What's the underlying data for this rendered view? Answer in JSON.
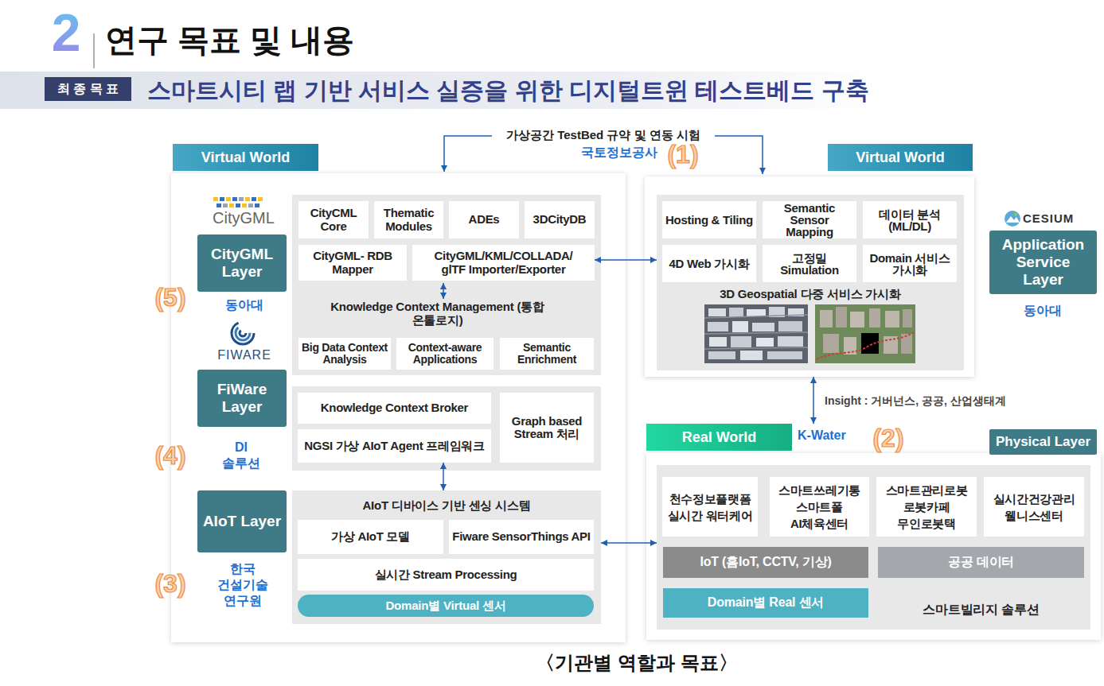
{
  "diagram": {
    "title": "연구 목표 및 내용",
    "caption": "〈기관별 역할과 목표〉",
    "nodes": [
      {
        "text": [
          "Virtual World"
        ]
      },
      {
        "text": [
          "CityGML Layer"
        ],
        "in": 0
      },
      {
        "text": [
          "FiWare Layer"
        ],
        "in": 0
      },
      {
        "text": [
          "AIoT Layer"
        ],
        "in": 0
      },
      {
        "text": [
          "CityCML Core"
        ],
        "in": 0
      },
      {
        "text": [
          "Thematic Modules"
        ],
        "in": 0
      },
      {
        "text": [
          "ADEs"
        ],
        "in": 0
      },
      {
        "text": [
          "3DCityDB"
        ],
        "in": 0
      },
      {
        "text": [
          "CityGML- RDB Mapper"
        ],
        "in": 0
      },
      {
        "text": [
          "CityGML/KML/COLLADA/ glTF Importer/Exporter"
        ],
        "in": 0
      },
      {
        "text": [
          "Big Data Context Analysis"
        ],
        "in": 0
      },
      {
        "text": [
          "Context-aware Applications"
        ],
        "in": 0
      },
      {
        "text": [
          "Semantic Enrichment"
        ],
        "in": 0
      },
      {
        "text": [
          "Knowledge Context Broker"
        ],
        "in": 0
      },
      {
        "text": [
          "NGSI 가상 AIoT Agent 프레임워크"
        ],
        "in": 0
      },
      {
        "text": [
          "Graph based Stream 처리"
        ],
        "in": 0
      },
      {
        "text": [
          "AIoT 디바이스 기반 센싱 시스템"
        ],
        "in": 0
      },
      {
        "text": [
          "가상 AIoT 모델"
        ],
        "in": 16
      },
      {
        "text": [
          "Fiware SensorThings API"
        ],
        "in": 16
      },
      {
        "text": [
          "실시간 Stream Processing"
        ],
        "in": 16
      },
      {
        "text": [
          "Domain별 Virtual 센서"
        ],
        "in": 16
      },
      {
        "text": [
          "Virtual World"
        ]
      },
      {
        "text": [
          "3D Geospatial 다중 서비스 가시화"
        ],
        "in": 21
      },
      {
        "text": [
          "Hosting & Tiling"
        ],
        "in": 22
      },
      {
        "text": [
          "Semantic Sensor Mapping"
        ],
        "in": 22
      },
      {
        "text": [
          "데이터 분석 (ML/DL)"
        ],
        "in": 22
      },
      {
        "text": [
          "4D Web 가시화"
        ],
        "in": 22
      },
      {
        "text": [
          "고정밀 Simulation"
        ],
        "in": 22
      },
      {
        "text": [
          "Domain 서비스 가시화"
        ],
        "in": 22
      },
      {
        "text": [
          "Application Service Layer"
        ]
      },
      {
        "text": [
          "Real World"
        ]
      },
      {
        "text": [
          "Physical Layer"
        ]
      },
      {
        "text": [
          "스마트빌리지 솔루션"
        ],
        "in": 30
      },
      {
        "text": [
          "천수정보플랫폼 실시간 워터케어"
        ],
        "in": 32
      },
      {
        "text": [
          "스마트쓰레기통 스마트폴 AI체육센터"
        ],
        "in": 32
      },
      {
        "text": [
          "스마트관리로봇 로봇카페 무인로봇택"
        ],
        "in": 32
      },
      {
        "text": [
          "실시간건강관리 웰니스센터"
        ],
        "in": 32
      },
      {
        "text": [
          "IoT (홈IoT, CCTV, 기상)"
        ],
        "in": 32
      },
      {
        "text": [
          "공공 데이터"
        ],
        "in": 32
      },
      {
        "text": [
          "Domain별 Real 센서"
        ],
        "in": 32
      }
    ],
    "edges": [
      {
        "from": 9,
        "to": 22,
        "arrow": "both"
      },
      {
        "from": 14,
        "to": 16,
        "arrow": "both"
      },
      {
        "from": 16,
        "to": 32,
        "arrow": "both"
      },
      {
        "from": 21,
        "to": 30,
        "label": "Insight : 거버넌스, 공공, 산업생태계",
        "arrow": "both"
      }
    ],
    "labels": [
      "2",
      "최 종 목 표",
      "스마트시티 랩 기반 서비스 실증을 위한 디지털트윈 테스트베드 구축",
      "가상공간 TestBed 규약 및 연동 시험",
      "국토정보공사",
      "(1)",
      "CityGML",
      "(5)",
      "동아대",
      "FIWARE",
      "(4)",
      "DI 솔루션",
      "(3)",
      "한국 건설기술 연구원",
      "Knowledge Context Management (통합 온톨로지)",
      "CESIUM",
      "동아대",
      "K-Water",
      "(2)"
    ]
  }
}
